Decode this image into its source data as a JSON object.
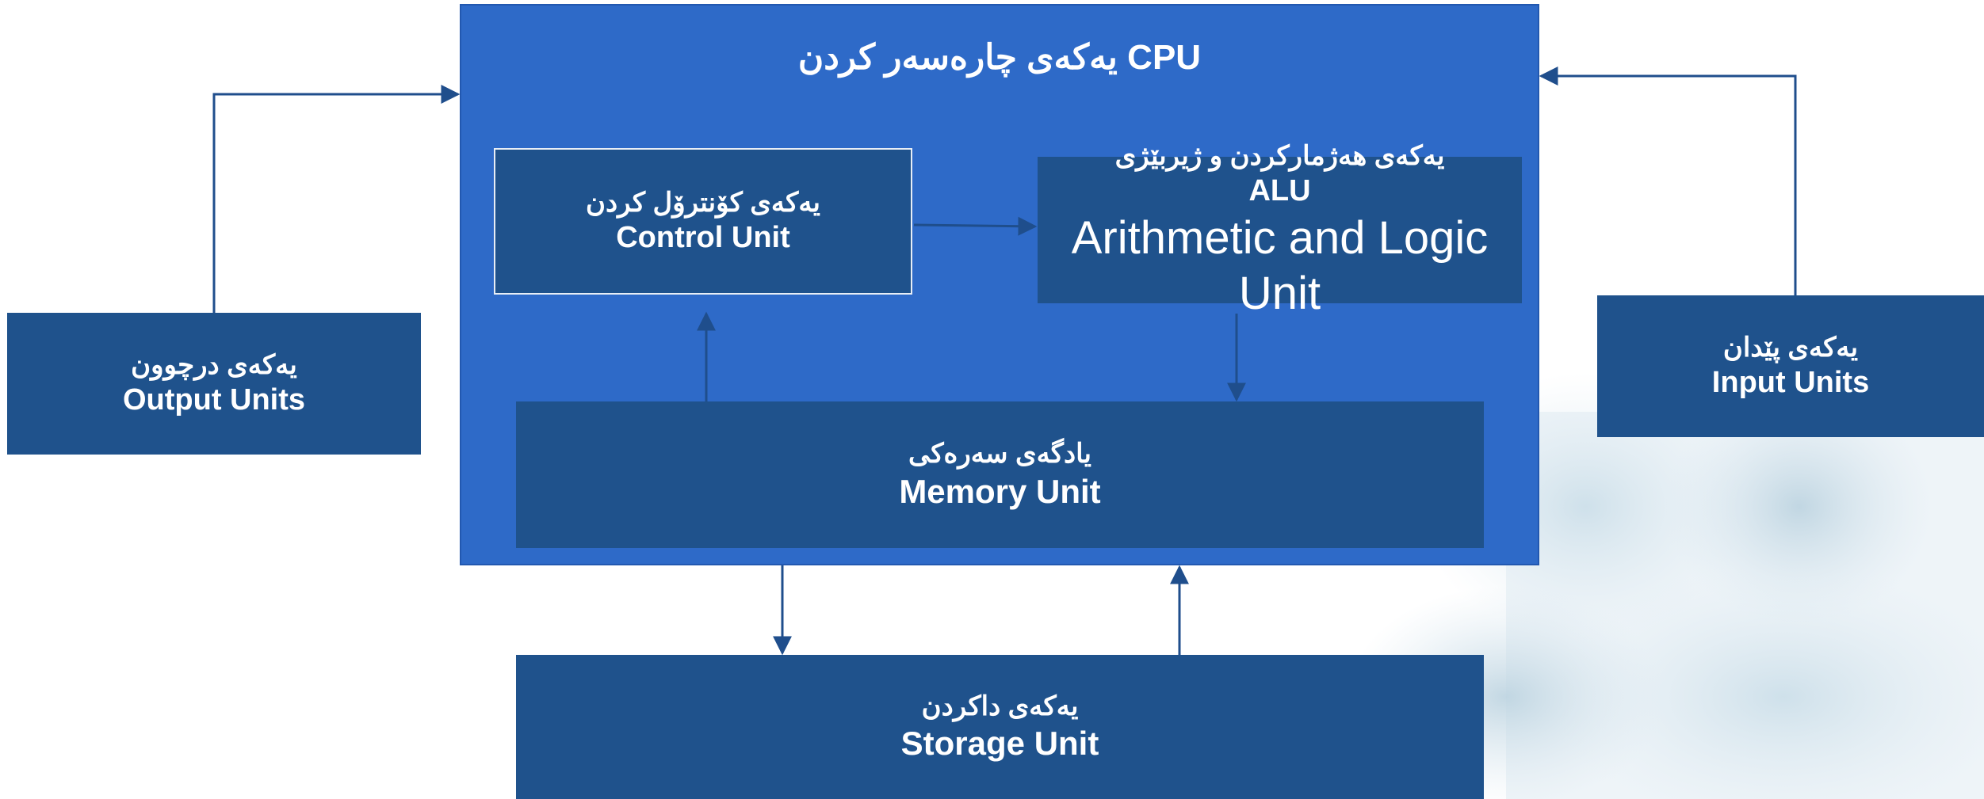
{
  "cpu": {
    "title": "یەکەی چارەسەر کردن CPU"
  },
  "output": {
    "ku": "یەکەی درچوون",
    "en": "Output Units"
  },
  "input": {
    "ku": "یەکەی پێدان",
    "en": "Input Units"
  },
  "control": {
    "ku": "یەکەی کۆنترۆل کردن",
    "en": "Control Unit"
  },
  "alu": {
    "ku": "یەکەی هەژمارکردن و ژیربێژی",
    "abbr": "ALU",
    "en": "Arithmetic and Logic Unit"
  },
  "memory": {
    "ku": "یادگەی سەرەکی",
    "en": "Memory Unit"
  },
  "storage": {
    "ku": "یەکەی داکردن",
    "en": "Storage Unit"
  },
  "colors": {
    "box": "#1f528c",
    "cpu": "#2e6ac8",
    "arrow": "#1f4e8c"
  }
}
